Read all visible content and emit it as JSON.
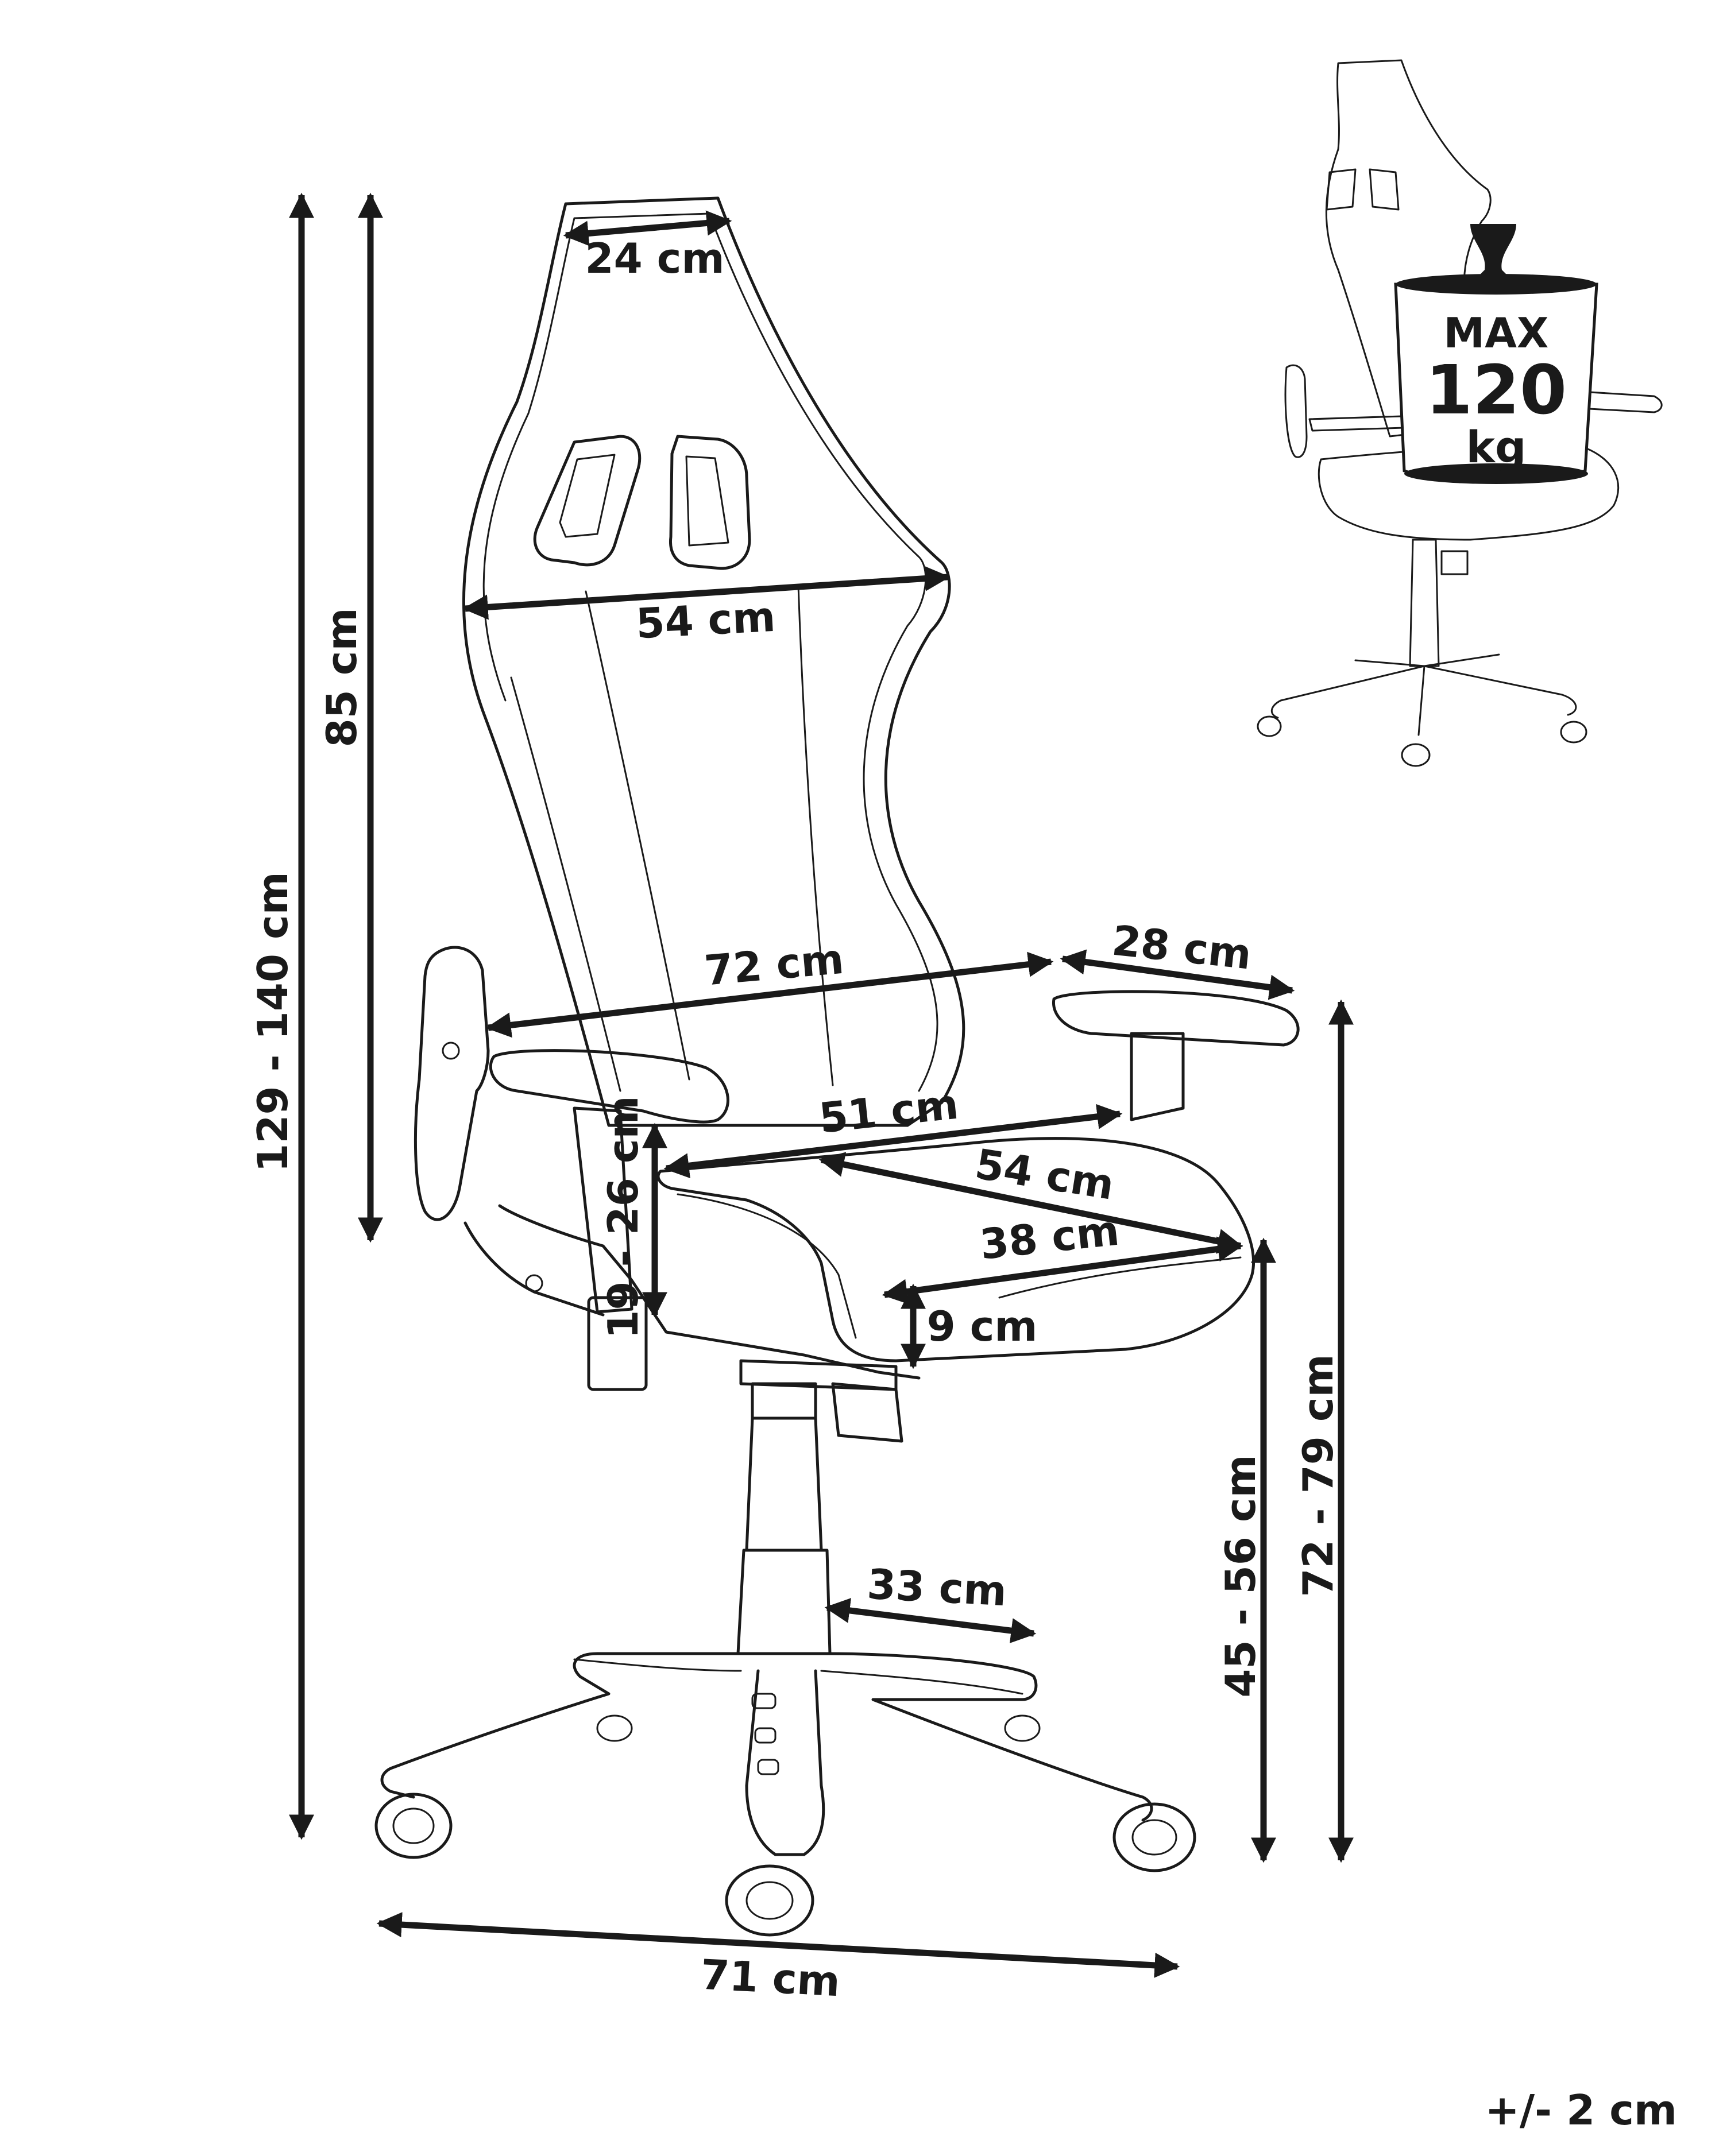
{
  "dimensions": {
    "headrest_width": "24 cm",
    "backrest_width": "54 cm",
    "backrest_height": "85 cm",
    "total_height": "129 - 140 cm",
    "overall_width": "72 cm",
    "armrest_length": "28 cm",
    "seat_width": "51 cm",
    "seat_depth_diagonal": "54 cm",
    "seat_depth": "38 cm",
    "armrest_height": "19 - 26 cm",
    "seat_side_height": "9 cm",
    "seat_height": "45 - 56 cm",
    "armrest_floor_height": "72 - 79 cm",
    "base_leg_length": "33 cm",
    "base_diameter": "71 cm"
  },
  "max_load": {
    "line1": "MAX",
    "line2": "120",
    "line3": "kg"
  },
  "tolerance": "+/- 2 cm"
}
